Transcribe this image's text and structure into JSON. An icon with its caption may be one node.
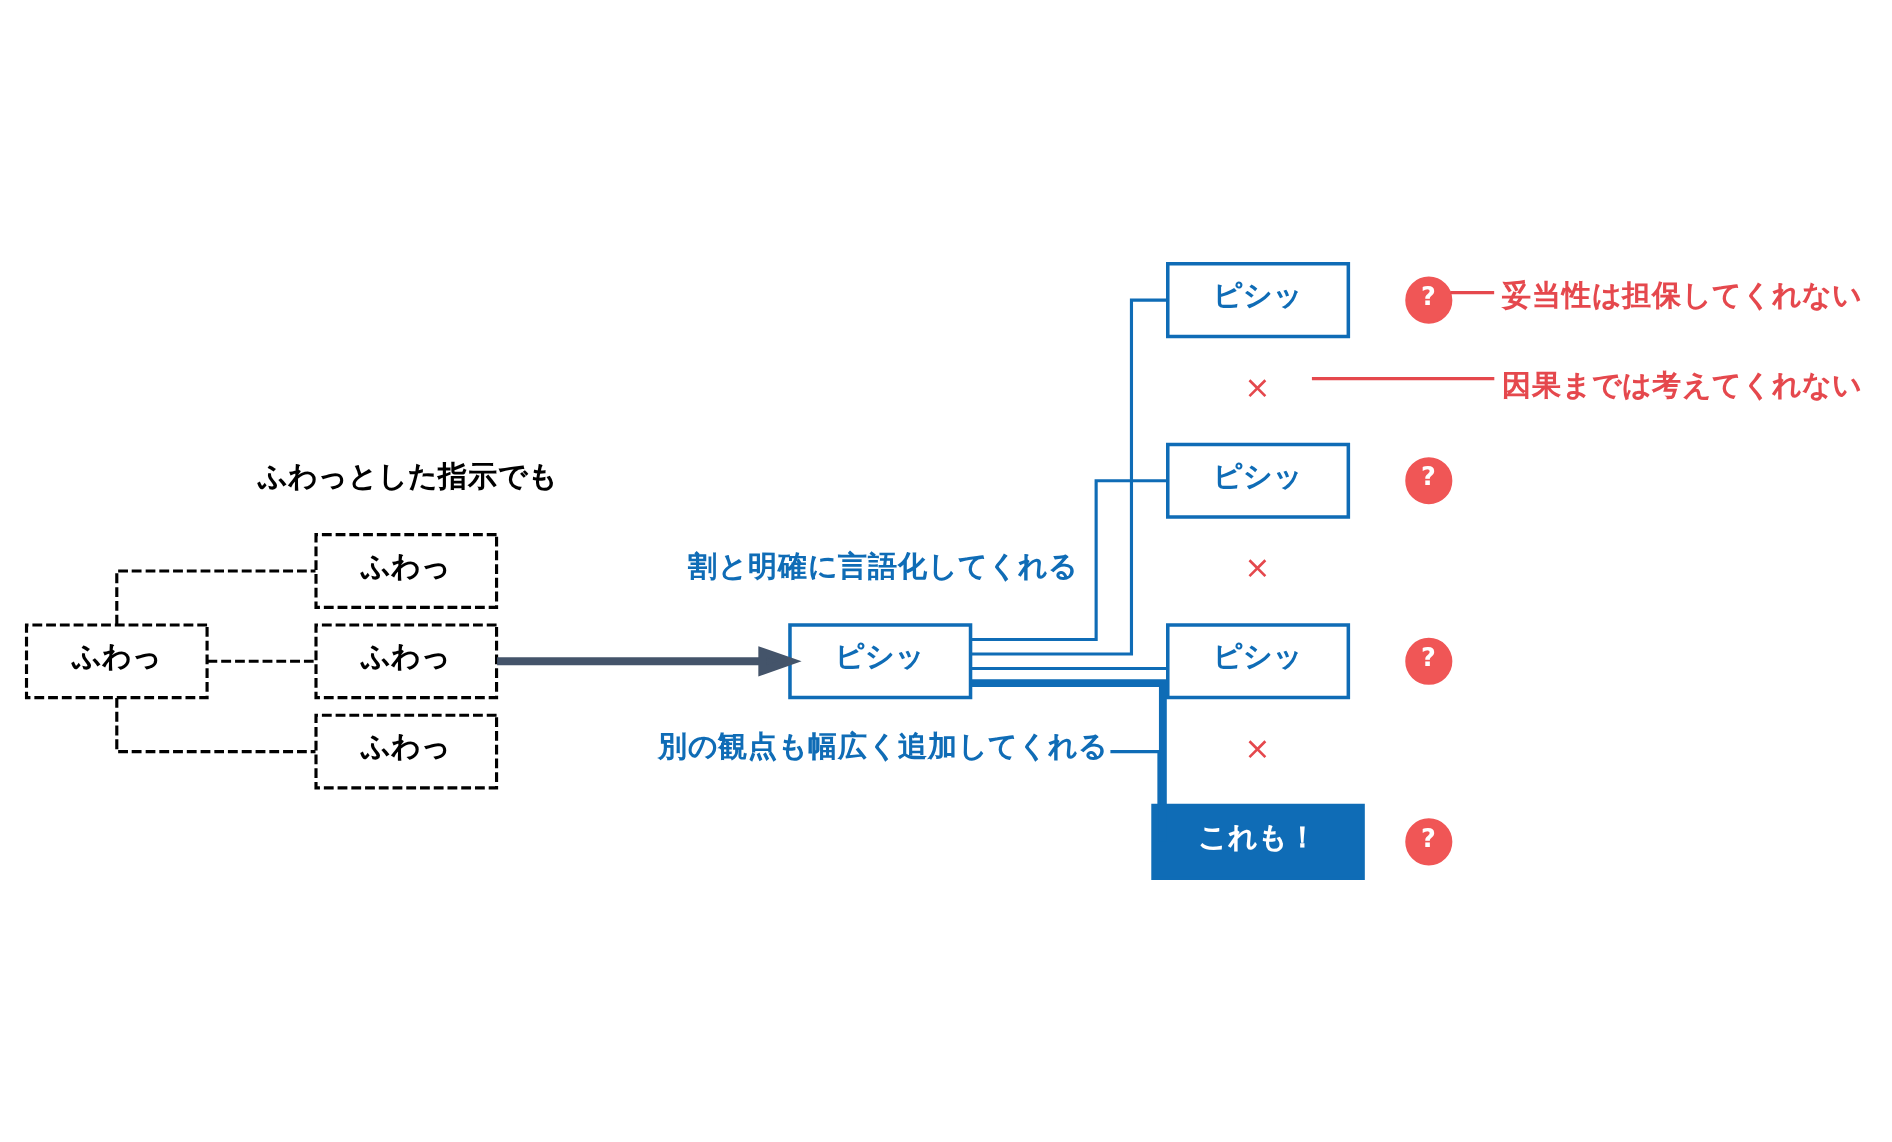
{
  "diagram": {
    "nodes": [
      {
        "text": [
          "ふわっ"
        ]
      },
      {
        "text": [
          "ふわっ"
        ]
      },
      {
        "text": [
          "ふわっ"
        ]
      },
      {
        "text": [
          "ふわっ"
        ]
      },
      {
        "text": [
          "ピシッ"
        ]
      },
      {
        "text": [
          "ピシッ"
        ]
      },
      {
        "text": [
          "?"
        ]
      },
      {
        "text": [
          "妥当性は担保してくれない"
        ]
      },
      {
        "text": [
          "×"
        ]
      },
      {
        "text": [
          "因果までは考えてくれない"
        ]
      },
      {
        "text": [
          "ピシッ"
        ]
      },
      {
        "text": [
          "?"
        ]
      },
      {
        "text": [
          "ピシッ"
        ]
      },
      {
        "text": [
          "?"
        ]
      },
      {
        "text": [
          "これも！"
        ]
      },
      {
        "text": [
          "?"
        ]
      },
      {
        "text": [
          "別の観点も幅広く追加してくれる"
        ]
      }
    ],
    "edges": [
      {
        "from": 0,
        "to": 1,
        "arrow": "none",
        "style": "dashed",
        "color": "#000000"
      },
      {
        "from": 0,
        "to": 2,
        "arrow": "none",
        "style": "dashed",
        "color": "#000000"
      },
      {
        "from": 0,
        "to": 3,
        "arrow": "none",
        "style": "dashed",
        "color": "#000000"
      },
      {
        "from": 2,
        "to": 4,
        "arrow": "to",
        "style": "thick",
        "color": "#44546a"
      },
      {
        "from": 4,
        "to": 5,
        "arrow": "none"
      },
      {
        "from": 4,
        "to": 10,
        "arrow": "none"
      },
      {
        "from": 4,
        "to": 12,
        "arrow": "none"
      },
      {
        "from": 4,
        "to": 14,
        "arrow": "none",
        "style": "thick"
      },
      {
        "from": 7,
        "to": 6,
        "arrow": "none",
        "color": "#e5484d"
      },
      {
        "from": 9,
        "to": 8,
        "arrow": "none",
        "color": "#e5484d"
      },
      {
        "from": 16,
        "to": 14,
        "arrow": "none"
      }
    ],
    "labels": [
      "ふわっとした指示でも",
      "割と明確に言語化してくれる",
      "×",
      "×"
    ]
  }
}
